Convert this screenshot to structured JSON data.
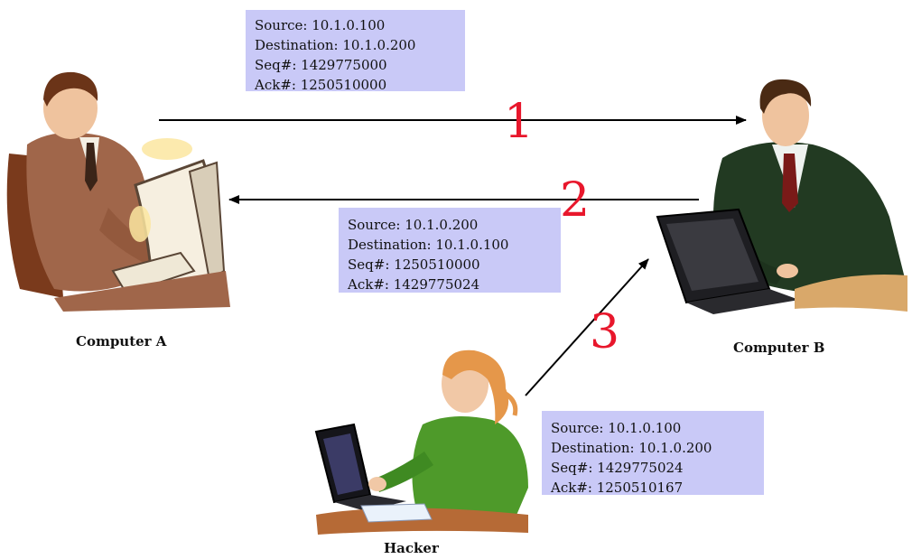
{
  "packets": [
    {
      "source": "Source: 10.1.0.100",
      "destination": "Destination: 10.1.0.200",
      "seq": "Seq#: 1429775000",
      "ack": "Ack#: 1250510000"
    },
    {
      "source": "Source: 10.1.0.200",
      "destination": "Destination: 10.1.0.100",
      "seq": "Seq#: 1250510000",
      "ack": "Ack#: 1429775024"
    },
    {
      "source": "Source: 10.1.0.100",
      "destination": "Destination: 10.1.0.200",
      "seq": "Seq#: 1429775024",
      "ack": "Ack#: 1250510167"
    }
  ],
  "steps": [
    "1",
    "2",
    "3"
  ],
  "actors": {
    "computer_a": "Computer A",
    "computer_b": "Computer B",
    "hacker": "Hacker"
  },
  "colors": {
    "packet_fill": "#c9c9f7",
    "step_number": "#e8172c",
    "arrow": "#000000"
  }
}
